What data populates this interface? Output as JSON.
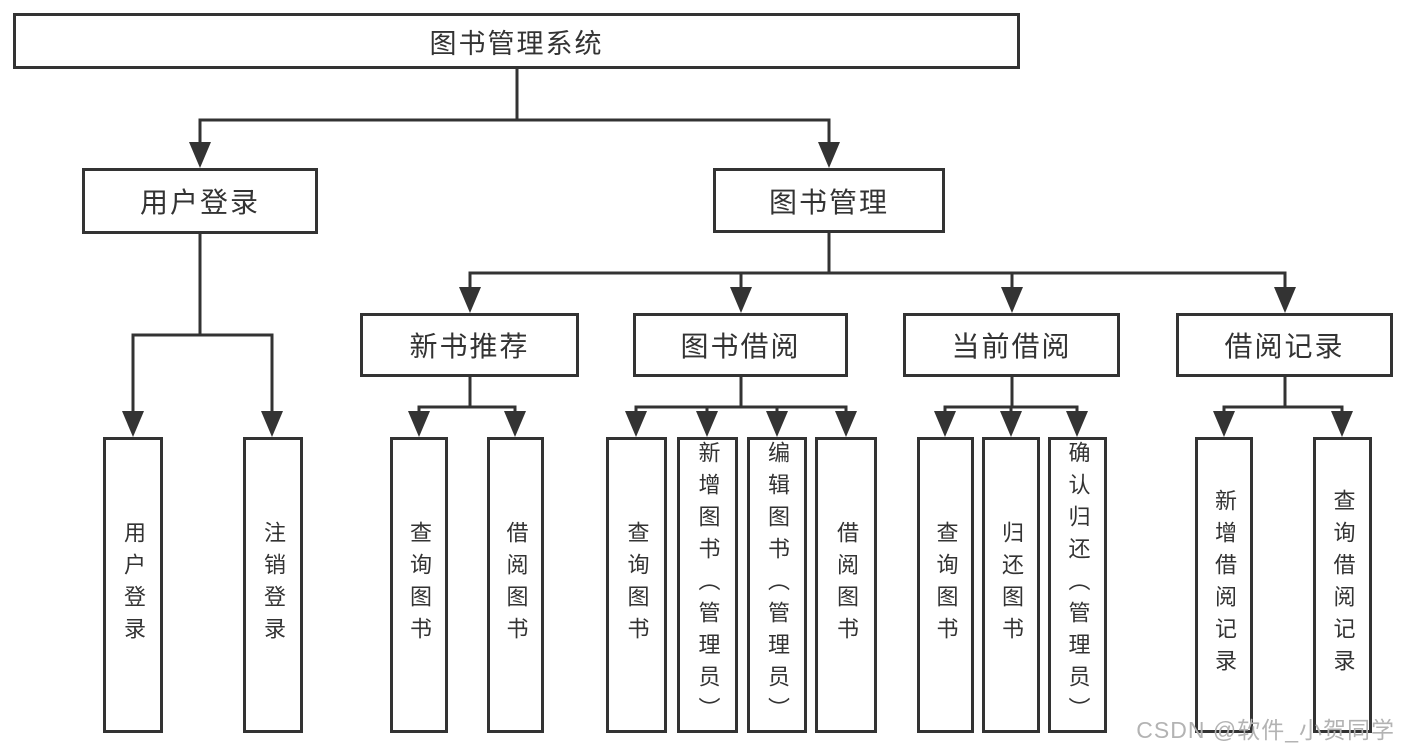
{
  "tree": {
    "root": "图书管理系统",
    "branches": [
      {
        "label": "用户登录",
        "leaves": [
          "用户登录",
          "注销登录"
        ]
      },
      {
        "label": "图书管理",
        "groups": [
          {
            "label": "新书推荐",
            "leaves": [
              "查询图书",
              "借阅图书"
            ]
          },
          {
            "label": "图书借阅",
            "leaves": [
              "查询图书",
              "新增图书（管理员）",
              "编辑图书（管理员）",
              "借阅图书"
            ]
          },
          {
            "label": "当前借阅",
            "leaves": [
              "查询图书",
              "归还图书",
              "确认归还（管理员）"
            ]
          },
          {
            "label": "借阅记录",
            "leaves": [
              "新增借阅记录",
              "查询借阅记录"
            ]
          }
        ]
      }
    ]
  },
  "watermark": "CSDN @软件_小贺同学",
  "colors": {
    "line": "#333333",
    "text": "#333333",
    "watermark": "#b3b3b3",
    "background": "#ffffff"
  }
}
